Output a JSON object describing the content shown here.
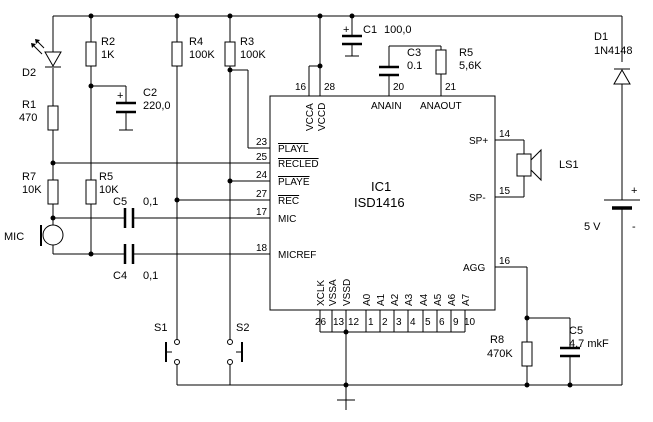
{
  "ic": {
    "name": "IC1",
    "part": "ISD1416",
    "pins": {
      "vcca": "VCCA",
      "vccd": "VCCD",
      "anain": "ANAIN",
      "anaout": "ANAOUT",
      "playl": "PLAYL",
      "recled": "RECLED",
      "playe": "PLAYE",
      "rec": "REC",
      "mic": "MIC",
      "micref": "MICREF",
      "spp": "SP+",
      "spm": "SP-",
      "agg": "AGG",
      "xclk": "XCLK",
      "vssa": "VSSA",
      "vssd": "VSSD",
      "a0": "A0",
      "a1": "A1",
      "a2": "A2",
      "a3": "A3",
      "a4": "A4",
      "a5": "A5",
      "a6": "A6",
      "a7": "A7"
    },
    "pin_numbers": {
      "p16t": "16",
      "p28": "28",
      "p20": "20",
      "p21": "21",
      "p23": "23",
      "p25": "25",
      "p24": "24",
      "p27": "27",
      "p17": "17",
      "p18": "18",
      "p14": "14",
      "p15": "15",
      "p16r": "16",
      "p26": "26",
      "p13": "13",
      "p12": "12",
      "p1": "1",
      "p2": "2",
      "p3": "3",
      "p4": "4",
      "p5": "5",
      "p6": "6",
      "p9": "9",
      "p10": "10"
    }
  },
  "components": {
    "d2": {
      "name": "D2"
    },
    "r1": {
      "name": "R1",
      "value": "470"
    },
    "r7": {
      "name": "R7",
      "value": "10K"
    },
    "mic": {
      "name": "MIC"
    },
    "r2": {
      "name": "R2",
      "value": "1K"
    },
    "c2": {
      "name": "C2",
      "value": "220,0"
    },
    "r5a": {
      "name": "R5",
      "value": "10K"
    },
    "c5a": {
      "name": "C5",
      "value": "0,1"
    },
    "c4": {
      "name": "C4",
      "value": "0,1"
    },
    "r4": {
      "name": "R4",
      "value": "100K"
    },
    "r3": {
      "name": "R3",
      "value": "100K"
    },
    "c1": {
      "name": "C1",
      "value": "100,0"
    },
    "c3": {
      "name": "C3",
      "value": "0.1"
    },
    "r5b": {
      "name": "R5",
      "value": "5,6K"
    },
    "ls1": {
      "name": "LS1"
    },
    "d1": {
      "name": "D1",
      "value": "1N4148"
    },
    "battery": {
      "value": "5 V",
      "plus": "+",
      "minus": "-"
    },
    "r8": {
      "name": "R8",
      "value": "470K"
    },
    "c5b": {
      "name": "C5",
      "value": "4,7 mkF"
    },
    "s1": {
      "name": "S1"
    },
    "s2": {
      "name": "S2"
    },
    "c2_plus": "+",
    "c1_plus": "+"
  }
}
